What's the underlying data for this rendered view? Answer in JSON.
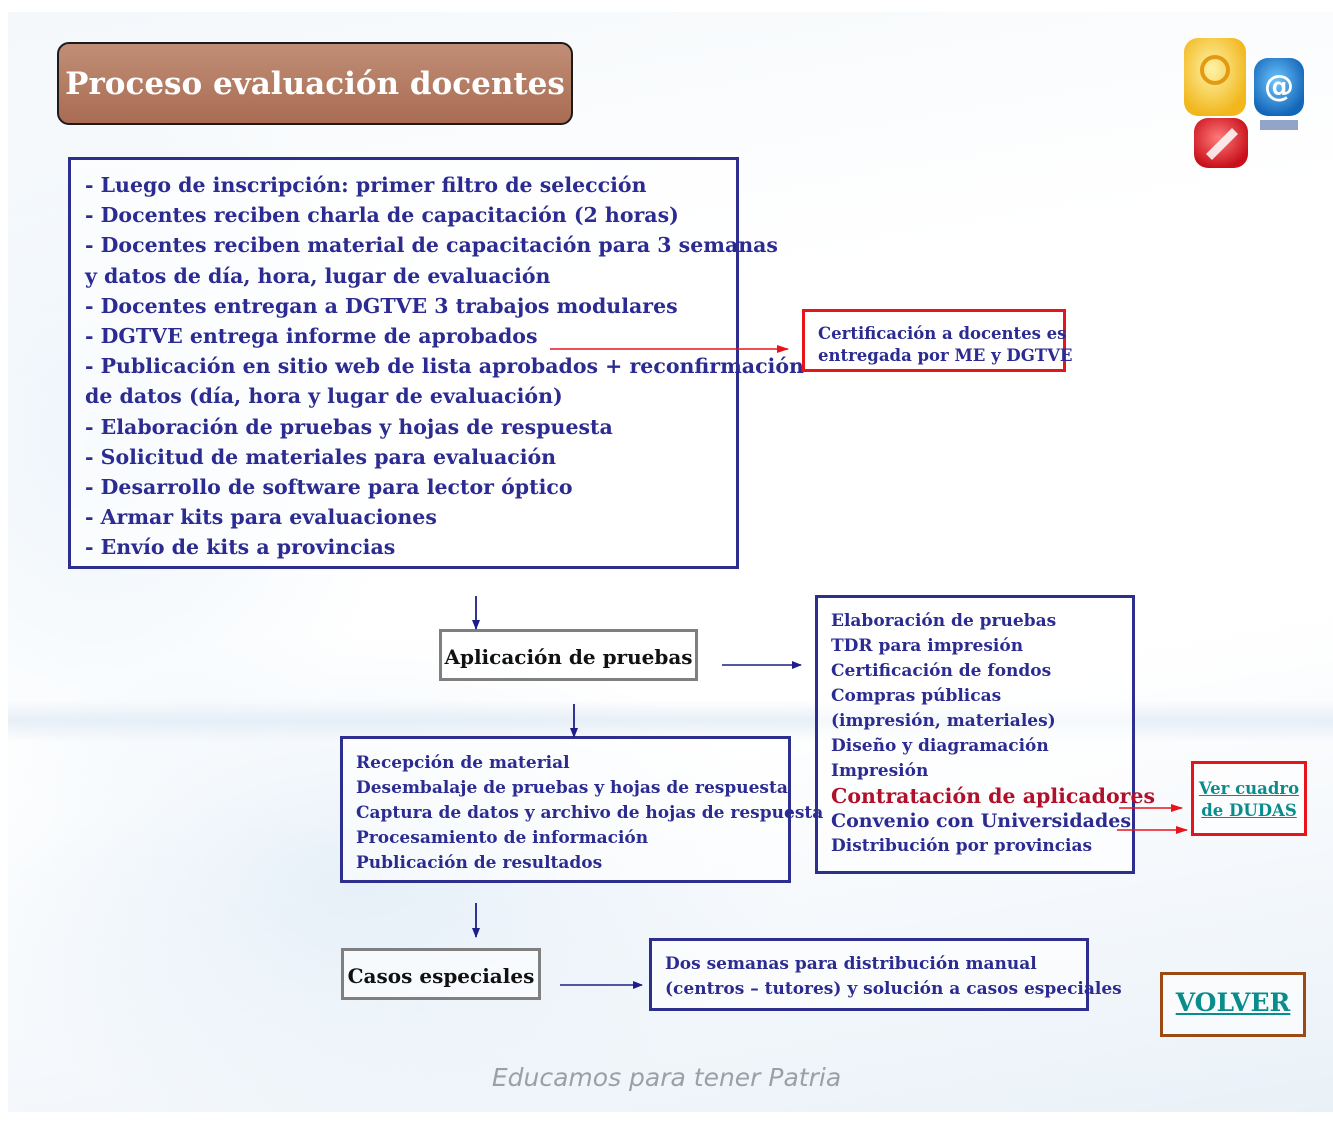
{
  "title": "Proceso evaluación docentes",
  "main_steps": [
    "- Luego de inscripción: primer filtro de selección",
    "- Docentes reciben charla de capacitación (2 horas)",
    "- Docentes reciben material de capacitación para 3 semanas",
    "y datos de día, hora, lugar de evaluación",
    "- Docentes entregan a DGTVE 3 trabajos modulares",
    "- DGTVE entrega informe de aprobados",
    "- Publicación en sitio web de lista aprobados + reconfirmación",
    "de datos (día, hora y lugar de evaluación)",
    "- Elaboración de pruebas y hojas de respuesta",
    "- Solicitud de materiales para evaluación",
    "- Desarrollo de software para lector óptico",
    "- Armar kits para evaluaciones",
    "- Envío de kits a provincias"
  ],
  "certification": [
    "Certificación a docentes es",
    "entregada por ME y DGTVE"
  ],
  "aplicacion_label": "Aplicación de pruebas",
  "tasks": {
    "before": [
      "Elaboración de pruebas",
      "TDR para impresión",
      "Certificación de fondos",
      "Compras públicas",
      "(impresión, materiales)",
      "Diseño y diagramación",
      "Impresión"
    ],
    "highlight": "Contratación de aplicadores",
    "convenio": "Convenio con Universidades",
    "after": "Distribución por provincias"
  },
  "dudas_link": [
    "Ver cuadro",
    "de DUDAS"
  ],
  "processing": [
    "Recepción de material",
    "Desembalaje de pruebas y hojas de respuesta",
    "Captura de datos y archivo de hojas de respuesta",
    "Procesamiento de información",
    "Publicación de resultados"
  ],
  "casos_label": "Casos especiales",
  "casos_detail": [
    "Dos semanas para distribución manual",
    "(centros – tutores) y solución a casos especiales"
  ],
  "volver_label": "VOLVER",
  "footer": "Educamos para tener Patria",
  "colors": {
    "box_border": "#2e2e8f",
    "text_blue": "#2b2b91",
    "red_border": "#e8141b",
    "highlight_red": "#b0102a",
    "title_fill": "#b07a62",
    "link": "#0b8c8c"
  }
}
